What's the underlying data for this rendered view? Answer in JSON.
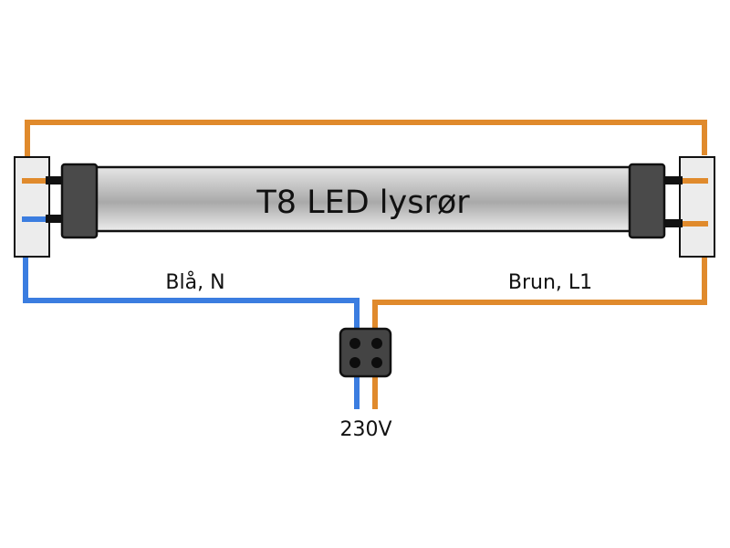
{
  "diagram": {
    "tube_label": "T8 LED lysrør",
    "neutral_label": "Blå, N",
    "live_label": "Brun, L1",
    "supply_label": "230V"
  },
  "colors": {
    "neutral_wire": "#3b7de0",
    "live_wire": "#e08a2c",
    "end_cap": "#4a4a4a",
    "connector": "#444444",
    "holder": "#ececec",
    "outline": "#111111"
  }
}
